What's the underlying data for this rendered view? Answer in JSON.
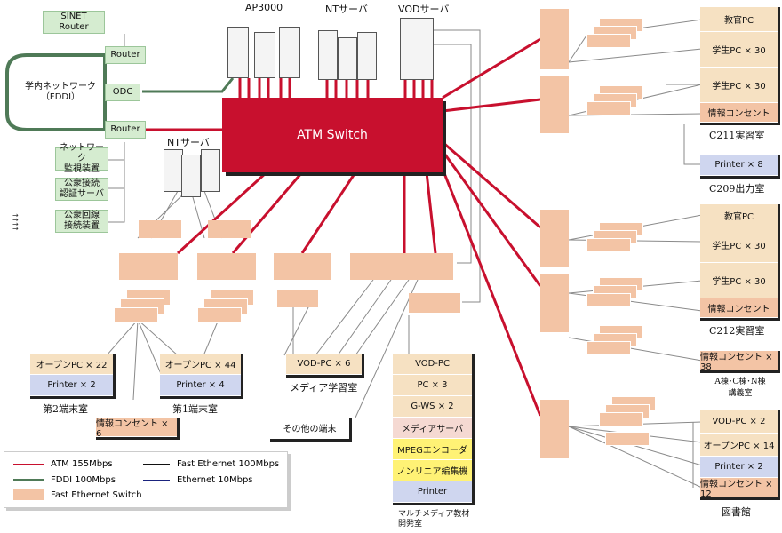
{
  "labels": {
    "ap3000": "AP3000",
    "nt_server_top": "NTサーバ",
    "vod_server": "VODサーバ",
    "nt_server_left": "NTサーバ",
    "atm_switch": "ATM Switch",
    "sinet_router_1": "SINET",
    "sinet_router_2": "Router",
    "router_top": "Router",
    "odc": "ODC",
    "router_bottom": "Router",
    "campus_net_1": "学内ネットワーク",
    "campus_net_2": "（FDDI）",
    "net_monitor_1": "ネットワーク",
    "net_monitor_2": "監視装置",
    "public_auth_1": "公衆接続",
    "public_auth_2": "認証サーバ",
    "public_line_1": "公衆回線",
    "public_line_2": "接続装置"
  },
  "rooms": {
    "c211": {
      "title": "C211実習室",
      "rows": [
        "教官PC",
        "学生PC × 30",
        "学生PC × 30",
        "情報コンセント"
      ]
    },
    "c209": {
      "title": "C209出力室",
      "rows": [
        "Printer × 8"
      ]
    },
    "c212": {
      "title": "C212実習室",
      "rows": [
        "教官PC",
        "学生PC × 30",
        "学生PC × 30",
        "情報コンセント"
      ]
    },
    "lecture": {
      "title_1": "A棟･C棟･N棟",
      "title_2": "講義室",
      "rows": [
        "情報コンセント × 38"
      ]
    },
    "library": {
      "title": "図書館",
      "rows": [
        "VOD-PC × 2",
        "オープンPC × 14",
        "Printer × 2",
        "情報コンセント × 12"
      ]
    },
    "terminal2": {
      "title": "第2端末室",
      "rows": [
        "オープンPC × 22",
        "Printer × 2"
      ]
    },
    "terminal1": {
      "title": "第1端末室",
      "rows": [
        "オープンPC × 44",
        "Printer × 4"
      ]
    },
    "media_room": {
      "title": "メディア学習室",
      "rows": [
        "VOD-PC × 6"
      ]
    },
    "info_outlet6": {
      "rows": [
        "情報コンセント × 6"
      ]
    },
    "other_terminals": {
      "rows": [
        "その他の端末"
      ]
    },
    "multimedia": {
      "title_1": "マルチメディア教材",
      "title_2": "開発室",
      "rows": [
        "VOD-PC",
        "PC × 3",
        "G-WS × 2",
        "メディアサーバ",
        "MPEGエンコーダ",
        "ノンリニア編集機",
        "Printer"
      ]
    }
  },
  "legend": {
    "atm": "ATM 155Mbps",
    "fddi": "FDDI 100Mbps",
    "fast_switch": "Fast Ethernet Switch",
    "fast_ethernet": "Fast Ethernet 100Mbps",
    "ethernet": "Ethernet 10Mbps"
  },
  "colors": {
    "atm": "#c8102e",
    "fddi": "#4f7a57",
    "fast_ethernet": "#111111",
    "ethernet": "#1a237e",
    "switch": "#f3c4a5",
    "green_box": "#d5ecd0",
    "tan_row": "#f6e1c2",
    "blue_row": "#cfd6ef",
    "pink_row": "#f5d9d2",
    "yellow_row": "#fff275"
  }
}
